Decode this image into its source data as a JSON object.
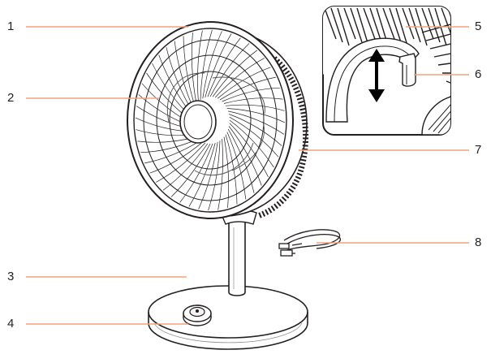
{
  "diagram": {
    "callouts": {
      "c1": "1",
      "c2": "2",
      "c3": "3",
      "c4": "4",
      "c5": "5",
      "c6": "6",
      "c7": "7",
      "c8": "8"
    },
    "colors": {
      "leader": "#f2a27a",
      "ink": "#231f20",
      "inset_bg": "#eeeeee",
      "arrow": "#000000"
    },
    "figures": {
      "main": "standing-fan-illustration",
      "inset": "hook-detail-inset",
      "accessory": "usb-cable"
    }
  }
}
